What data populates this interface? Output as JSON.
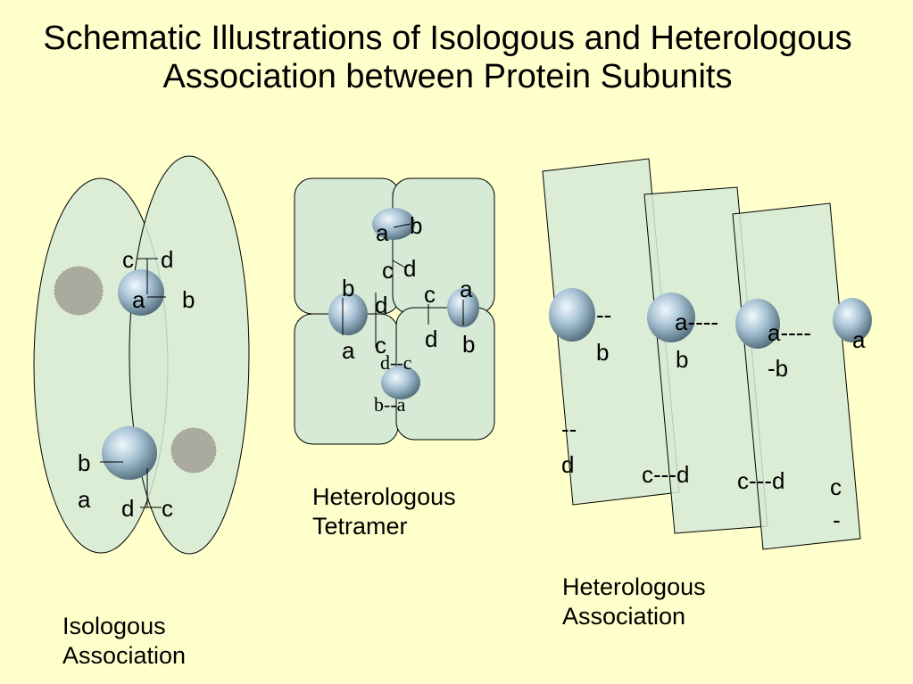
{
  "title": "Schematic Illustrations of Isologous and Heterologous Association between Protein Subunits",
  "captions": {
    "isologous": [
      "Isologous",
      "Association"
    ],
    "tetramer": [
      "Heterologous",
      "Tetramer"
    ],
    "heterologous": [
      "Heterologous",
      "Association"
    ]
  },
  "isologous": {
    "top": {
      "c": "c",
      "d": "d",
      "a": "a",
      "b": "b"
    },
    "bottom": {
      "b": "b",
      "a": "a",
      "d": "d",
      "c": "c"
    }
  },
  "tetramer": {
    "top": {
      "a": "a",
      "b": "b",
      "c": "c",
      "d": "d"
    },
    "left": {
      "b": "b",
      "d": "d",
      "a": "a",
      "c": "c"
    },
    "right": {
      "c": "c",
      "a": "a",
      "d": "d",
      "b": "b"
    },
    "bottom": {
      "dc": "d--c",
      "ba": "b--a"
    }
  },
  "heterologous": {
    "p1": {
      "top1": "--",
      "top2": "b",
      "bot1": "--",
      "bot2": "d"
    },
    "p2": {
      "top1": "a----",
      "top2": "b",
      "bot": "c---d"
    },
    "p3": {
      "top1": "a----",
      "top2": "-b",
      "bot": "c---d"
    },
    "p4": {
      "top": "a",
      "bot1": "c",
      "bot2": "-"
    }
  },
  "colors": {
    "background": "#ffffcc",
    "subunit_fill": "#d6ead6",
    "site_gray": "#aaaa9e",
    "site_blue": "#a9c4d6"
  }
}
